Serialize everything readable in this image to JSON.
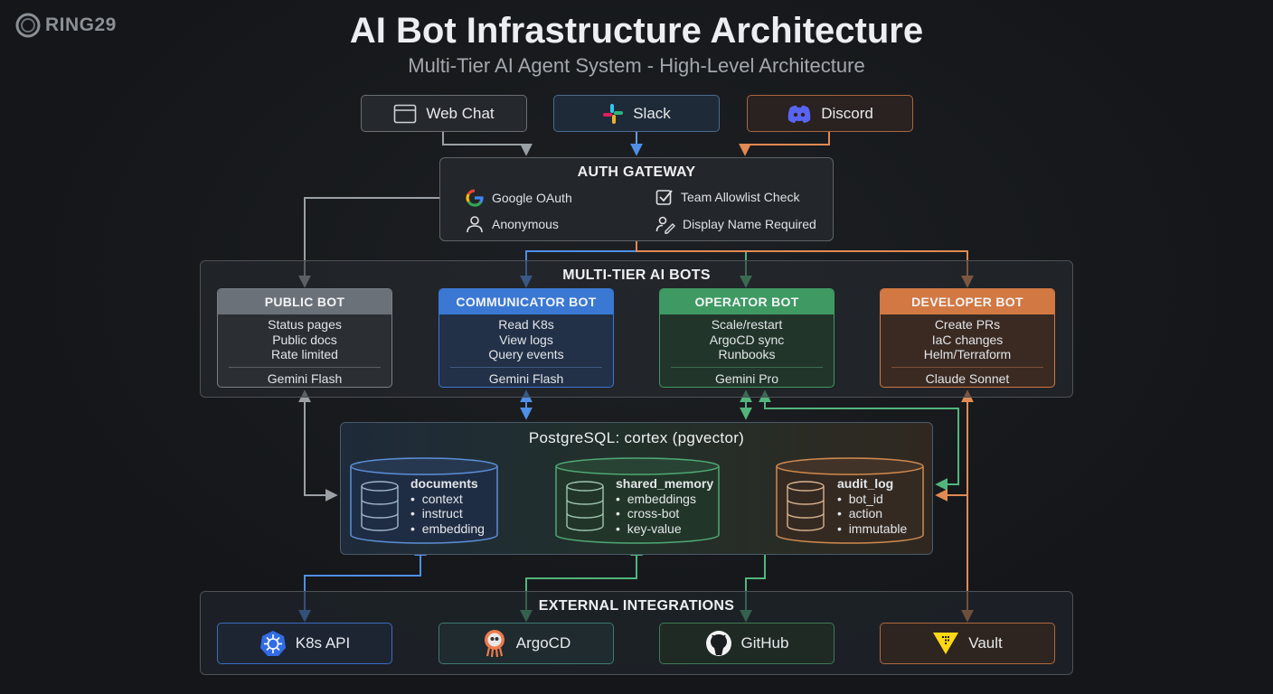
{
  "brand": {
    "name": "RING29",
    "icon": "ring-logo-icon"
  },
  "title": "AI Bot Infrastructure Architecture",
  "subtitle": "Multi-Tier AI Agent System - High-Level Architecture",
  "channels": [
    {
      "label": "Web Chat",
      "icon": "browser-window-icon"
    },
    {
      "label": "Slack",
      "icon": "slack-icon"
    },
    {
      "label": "Discord",
      "icon": "discord-icon"
    }
  ],
  "auth": {
    "title": "AUTH GATEWAY",
    "rows": [
      {
        "from": "Google OAuth",
        "from_icon": "google-icon",
        "to": "Team Allowlist Check",
        "to_icon": "checkbox-icon"
      },
      {
        "from": "Anonymous",
        "from_icon": "user-icon",
        "to": "Display Name Required",
        "to_icon": "user-edit-icon"
      }
    ]
  },
  "bots_panel": {
    "title": "MULTI-TIER AI BOTS"
  },
  "bots": [
    {
      "name": "PUBLIC BOT",
      "lines": [
        "Status pages",
        "Public docs",
        "Rate limited"
      ],
      "model": "Gemini Flash",
      "color": "#6b7179"
    },
    {
      "name": "COMMUNICATOR BOT",
      "lines": [
        "Read K8s",
        "View logs",
        "Query events"
      ],
      "model": "Gemini Flash",
      "color": "#3a78d4"
    },
    {
      "name": "OPERATOR BOT",
      "lines": [
        "Scale/restart",
        "ArgoCD sync",
        "Runbooks"
      ],
      "model": "Gemini Pro",
      "color": "#3e9a62"
    },
    {
      "name": "DEVELOPER BOT",
      "lines": [
        "Create PRs",
        "IaC changes",
        "Helm/Terraform"
      ],
      "model": "Claude Sonnet",
      "color": "#d27842"
    }
  ],
  "db": {
    "title": "PostgreSQL: cortex (pgvector)",
    "tables": [
      {
        "name": "documents",
        "fields": [
          "context",
          "instruct",
          "embedding"
        ],
        "color": "#5b8fd6"
      },
      {
        "name": "shared_memory",
        "fields": [
          "embeddings",
          "cross-bot",
          "key-value"
        ],
        "color": "#4fa874"
      },
      {
        "name": "audit_log",
        "fields": [
          "bot_id",
          "action",
          "immutable"
        ],
        "color": "#d08a4e"
      }
    ]
  },
  "integrations": {
    "title": "EXTERNAL INTEGRATIONS",
    "items": [
      {
        "label": "K8s API",
        "icon": "kubernetes-icon"
      },
      {
        "label": "ArgoCD",
        "icon": "argocd-icon"
      },
      {
        "label": "GitHub",
        "icon": "github-icon"
      },
      {
        "label": "Vault",
        "icon": "vault-icon"
      }
    ]
  }
}
